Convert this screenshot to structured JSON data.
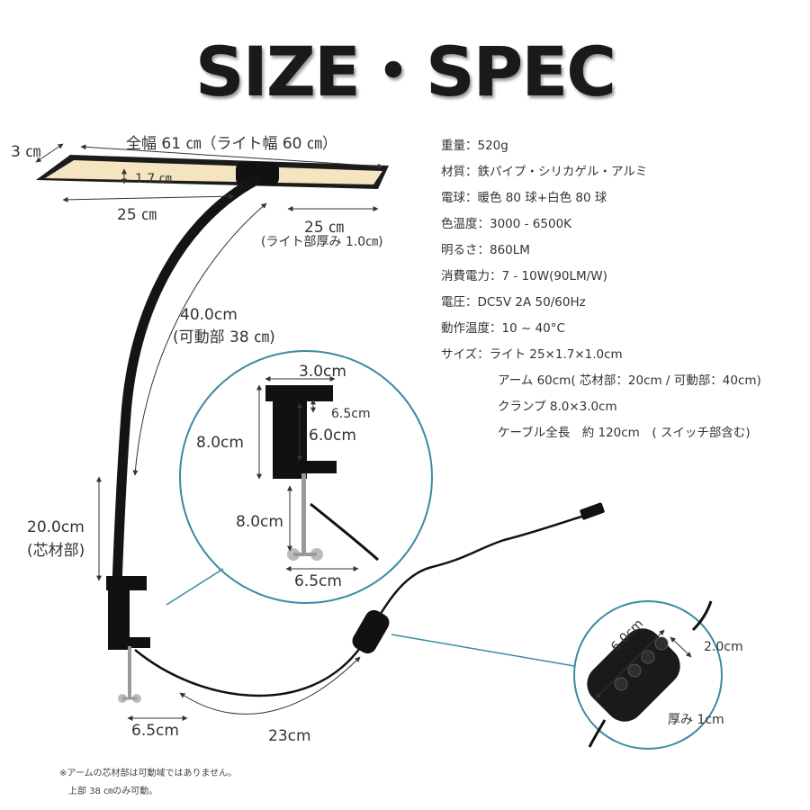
{
  "title": "SIZE・SPEC",
  "lamp_labels": {
    "full_width": "全幅 61 ㎝（ライト幅 60 ㎝）",
    "depth": "3 ㎝",
    "thickness": "1.7 ㎝",
    "left_length": "25 ㎝",
    "right_length": "25 ㎝",
    "light_thickness": "(ライト部厚み 1.0㎝)",
    "arm_length": "40.0cm",
    "arm_movable": "(可動部 38 ㎝)",
    "core_length": "20.0cm",
    "core_part": "(芯材部)",
    "clamp_base_width": "6.5cm",
    "cable_length": "23cm"
  },
  "clamp_detail": {
    "top_width": "3.0cm",
    "jaw_depth": "6.5cm",
    "total_height": "8.0cm",
    "inner_height": "6.0cm",
    "screw_height": "8.0cm",
    "base_width": "6.5cm"
  },
  "switch_detail": {
    "length": "6.0cm",
    "width": "2.0cm",
    "thickness": "厚み 1cm"
  },
  "specs": [
    "重量：520g",
    "材質：鉄パイプ・シリカゲル・アルミ",
    "電球：暖色 80 球+白色 80 球",
    "色温度：3000 - 6500K",
    "明るさ：860LM",
    "消費電力：7 - 10W(90LM/W)",
    "電圧：DC5V 2A 50/60Hz",
    "動作温度：10 ~ 40°C",
    "サイズ：ライト 25×1.7×1.0cm"
  ],
  "specs_cont": [
    "アーム 60cm( 芯材部：20cm / 可動部：40cm)",
    "クランプ 8.0×3.0cm",
    "ケーブル全長　約 120cm　( スイッチ部含む)"
  ],
  "notes": [
    "※アームの芯材部は可動域ではありません。",
    "上部 38 ㎝のみ可動。"
  ]
}
